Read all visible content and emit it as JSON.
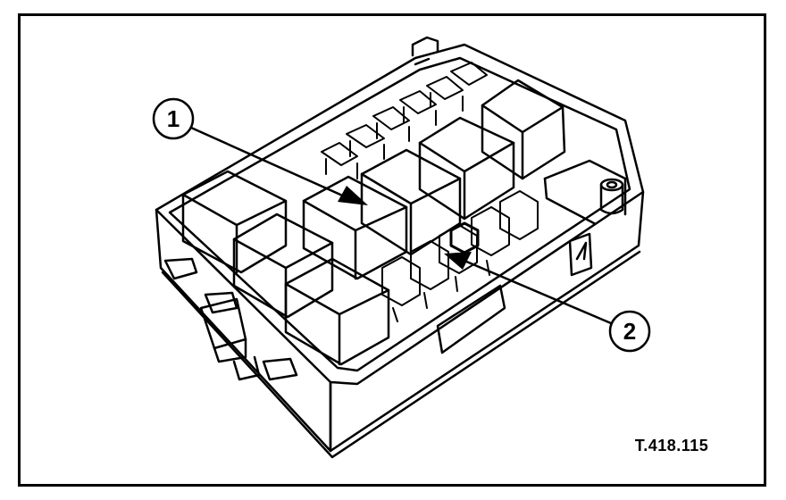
{
  "figure": {
    "callouts": [
      {
        "label": "1"
      },
      {
        "label": "2"
      }
    ],
    "reference_code": "T.418.115"
  }
}
